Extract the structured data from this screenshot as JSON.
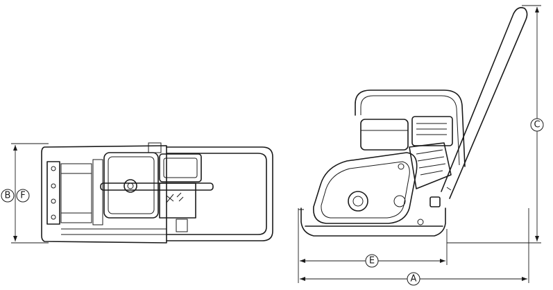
{
  "dimension_labels": {
    "a": "A",
    "b": "B",
    "c": "C",
    "e": "E",
    "f": "F"
  },
  "views": {
    "top_view": "plate-compactor-top-view",
    "side_view": "plate-compactor-side-view"
  },
  "colors": {
    "line": "#1a1a1a",
    "background": "#ffffff"
  }
}
